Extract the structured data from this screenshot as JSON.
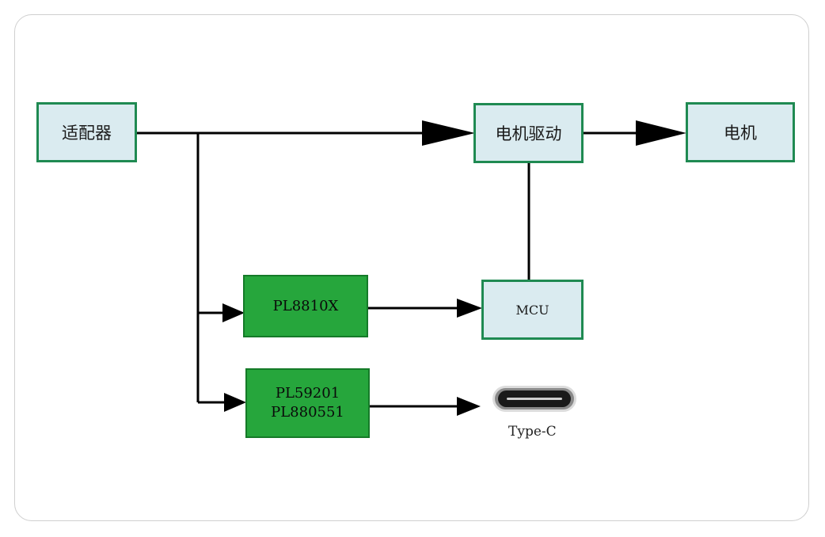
{
  "nodes": {
    "adapter": "适配器",
    "motor_driver": "电机驱动",
    "motor": "电机",
    "pl8810x": "PL8810X",
    "mcu": "MCU",
    "pd_chip_line1": "PL59201",
    "pd_chip_line2": "PL880551"
  },
  "port": {
    "label": "Type-C",
    "icon": "usb-type-c-port-icon"
  },
  "colors": {
    "block_fill": "#daebf0",
    "block_border": "#1f8a52",
    "chip_fill": "#26a63c",
    "line": "#000000"
  }
}
